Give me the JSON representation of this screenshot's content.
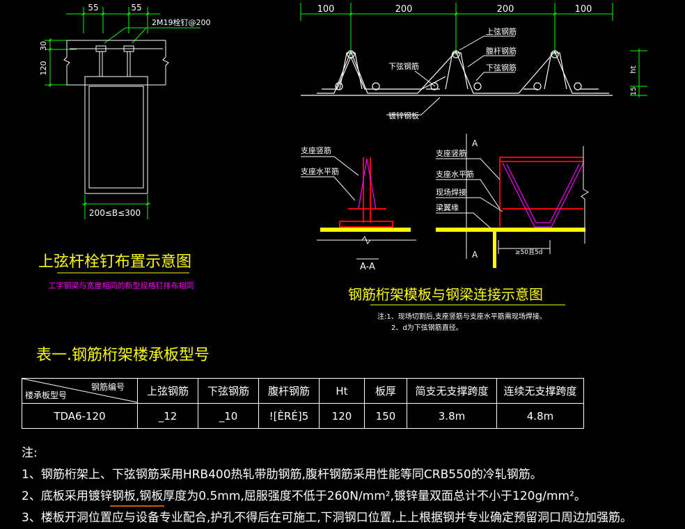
{
  "left_detail": {
    "dim_top_1": "55",
    "dim_top_2": "55",
    "bolt_note": "2M19栓钉@200",
    "dim_side_1": "30",
    "dim_side_2": "120",
    "width_range": "200≤B≤300",
    "title": "上弦杆栓钉布置示意图",
    "subtitle": "工字钢梁与宽度相同的新型规格钉排布相同"
  },
  "top_section": {
    "dims": [
      "100",
      "200",
      "200",
      "100"
    ],
    "labels": {
      "upper_bar": "上弦钢筋",
      "web_bar": "腹杆钢筋",
      "lower_bar_left": "下弦钢筋",
      "lower_bar_right": "下弦钢筋",
      "galvanized": "镀锌钢板"
    },
    "side_dims": [
      "ht",
      "15"
    ]
  },
  "connection": {
    "left_labels": [
      "支座竖筋",
      "支座水平筋"
    ],
    "right_labels": [
      "支座竖筋",
      "支座水平筋",
      "现场焊接",
      "梁翼缘"
    ],
    "section_mark": "A",
    "section_title": "A-A",
    "dim_note": "≥50且5d",
    "title": "钢筋桁架模板与钢梁连接示意图",
    "note_1": "注:1、现场切割后,支座竖筋与支座水平筋需现场焊接。",
    "note_2": "2、d为下弦钢筋直径。"
  },
  "table": {
    "title": "表一.钢筋桁架楼承板型号",
    "header_diag_top": "钢筋编号",
    "header_diag_bottom": "楼承板型号",
    "headers": [
      "上弦钢筋",
      "下弦钢筋",
      "腹杆钢筋",
      "Ht",
      "板厚",
      "简支无支撑跨度",
      "连续无支撑跨度"
    ],
    "row": [
      "TDA6-120",
      "_12",
      "_10",
      "![ÈRÉ]5",
      "120",
      "150",
      "3.8m",
      "4.8m"
    ]
  },
  "notes": {
    "heading": "注:",
    "items": [
      "1、钢筋桁架上、下弦钢筋采用HRB400热轧带肋钢筋,腹杆钢筋采用性能等同CRB550的冷轧钢筋。",
      "2、底板采用镀锌钢板,钢板厚度为0.5mm,屈服强度不低于260N/mm²,镀锌量双面总计不小于120g/mm²。",
      "3、楼板开洞位置应与设备专业配合,护孔不得后在可施工,下洞钢口位置,上上根据钢并专业确定预留洞口周边加强筋。"
    ]
  },
  "colors": {
    "background": "#000000",
    "line_white": "#ffffff",
    "line_green": "#00ff00",
    "title_yellow": "#ffff00",
    "magenta": "#ff00ff",
    "red": "#ff0000",
    "orange": "#ff8000"
  }
}
